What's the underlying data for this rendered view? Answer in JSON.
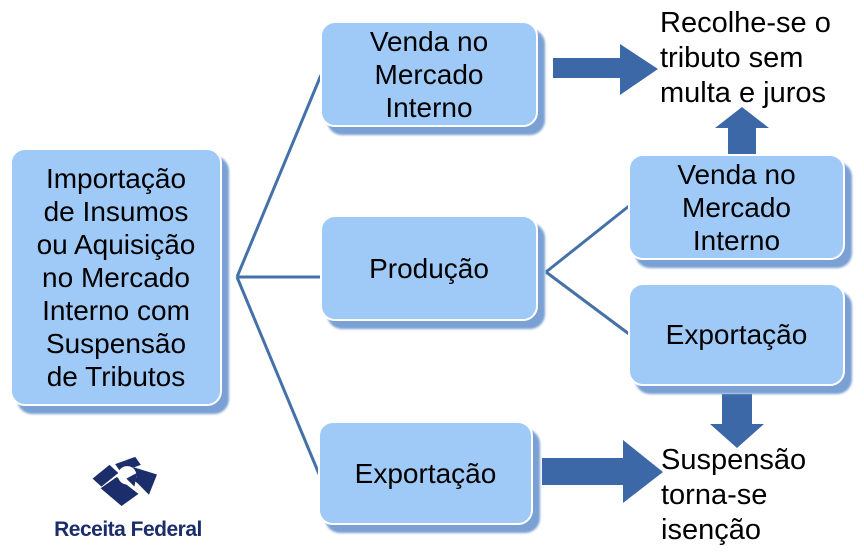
{
  "colors": {
    "box_fill": "#9FC9F7",
    "box_border": "#FFFFFF",
    "box_shadow": "#7AA0D4",
    "connector_line": "#4472A8",
    "block_arrow": "#3D68A8",
    "text": "#000000",
    "logo_navy": "#1B2D6B"
  },
  "diagram": {
    "source": {
      "label": "Importação\nde Insumos\nou Aquisição\nno Mercado\nInterno com\nSuspensão\nde Tributos"
    },
    "branches": {
      "venda_mercado_interno": {
        "label": "Venda no\nMercado\nInterno"
      },
      "producao": {
        "label": "Produção"
      },
      "exportacao": {
        "label": "Exportação"
      }
    },
    "outcomes": {
      "venda_mercado_interno": {
        "label": "Venda no\nMercado\nInterno"
      },
      "exportacao": {
        "label": "Exportação"
      }
    },
    "annotations": {
      "recolhe": {
        "text": "Recolhe-se o\ntributo sem\nmulta e juros"
      },
      "suspensao": {
        "text": "Suspensão\ntorna-se\nisenção"
      }
    }
  },
  "logo": {
    "wordmark": "Receita Federal"
  }
}
